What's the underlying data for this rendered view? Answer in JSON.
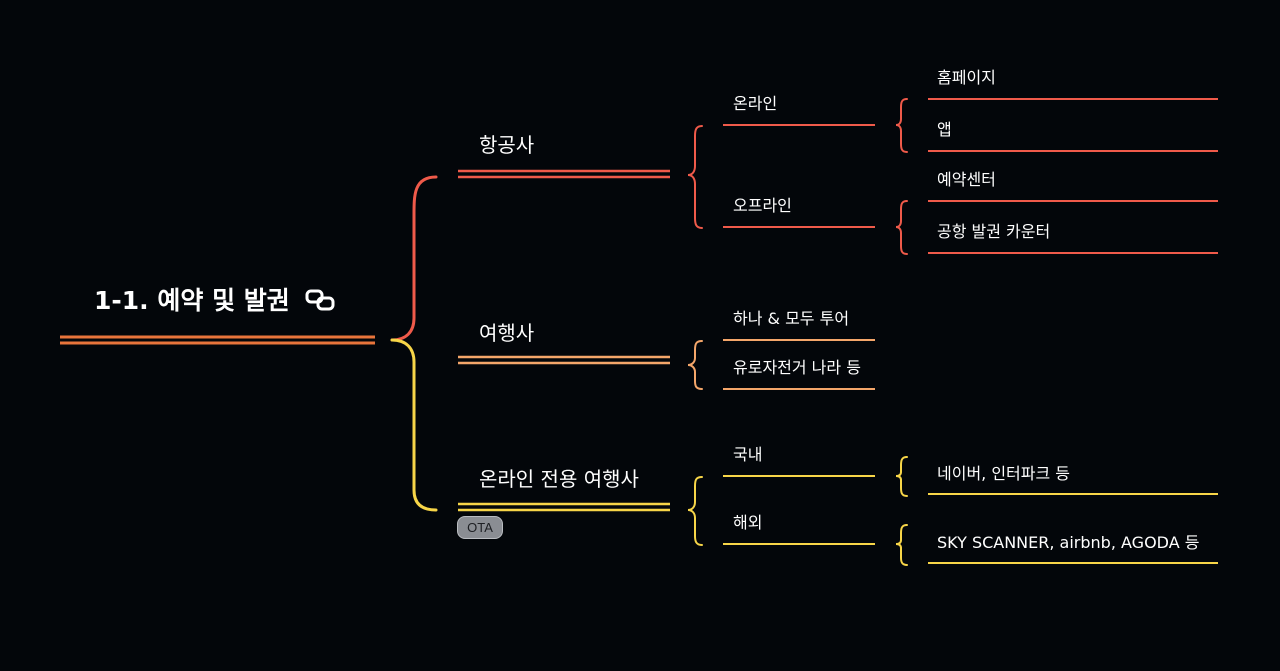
{
  "root": {
    "title": "1-1. 예약 및 발권",
    "link_icon": "link-icon",
    "color": "#e8743b"
  },
  "branches": [
    {
      "label": "항공사",
      "color": "#ef5a4a",
      "children": [
        {
          "label": "온라인",
          "children": [
            "홈페이지",
            "앱"
          ]
        },
        {
          "label": "오프라인",
          "children": [
            "예약센터",
            "공항 발권 카운터"
          ]
        }
      ]
    },
    {
      "label": "여행사",
      "color": "#f4a66a",
      "children": [
        {
          "label": "하나 & 모두 투어"
        },
        {
          "label": "유로자전거 나라 등"
        }
      ]
    },
    {
      "label": "온라인 전용 여행사",
      "badge": "OTA",
      "color": "#f7d548",
      "children": [
        {
          "label": "국내",
          "children": [
            "네이버, 인터파크 등"
          ]
        },
        {
          "label": "해외",
          "children": [
            "SKY SCANNER, airbnb, AGODA 등"
          ]
        }
      ]
    }
  ]
}
